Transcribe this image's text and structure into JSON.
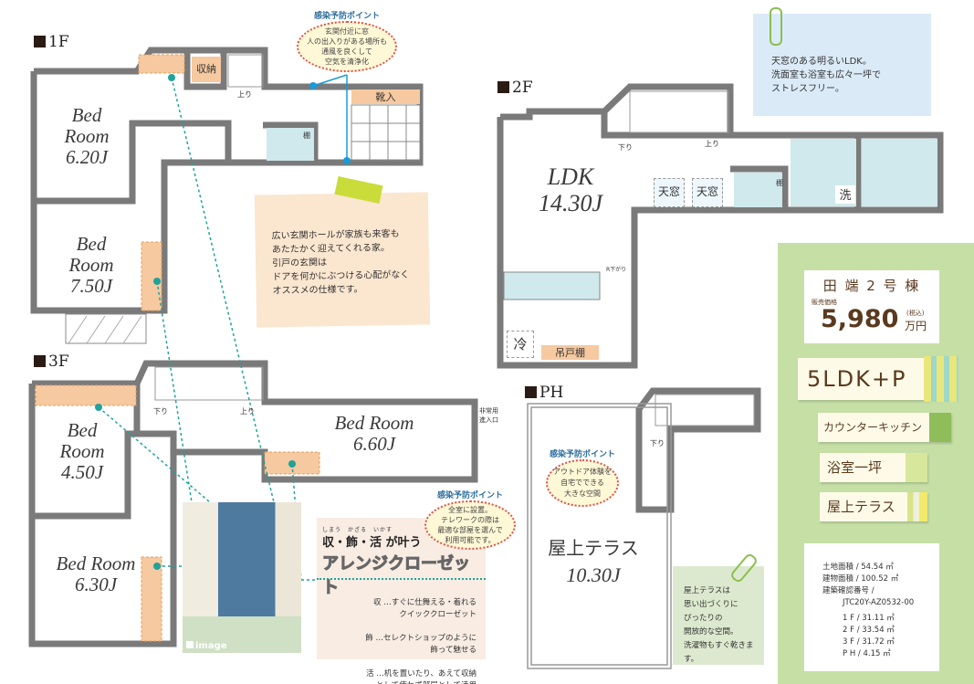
{
  "floors": {
    "f1": {
      "label": "1F",
      "rooms": [
        {
          "name": "Bed\nRoom",
          "size": "6.20J"
        },
        {
          "name": "Bed\nRoom",
          "size": "7.50J"
        }
      ],
      "storage": "収納",
      "shoe": "靴入",
      "shelf": "棚",
      "up": "上り"
    },
    "f2": {
      "label": "2F",
      "ldk": "LDK",
      "ldk_size": "14.30J",
      "skylight": "天窓",
      "down": "下り",
      "up": "上り",
      "fridge": "冷",
      "cabinet": "吊戸棚",
      "shelf": "棚",
      "wash": "洗",
      "counter": "R下がり"
    },
    "f3": {
      "label": "3F",
      "rooms": [
        {
          "name": "Bed\nRoom",
          "size": "4.50J"
        },
        {
          "name": "Bed Room",
          "size": "6.60J"
        },
        {
          "name": "Bed Room",
          "size": "6.30J"
        }
      ],
      "down": "下り",
      "up": "上り",
      "emergency": "非常用\n進入口"
    },
    "ph": {
      "label": "PH",
      "terrace": "屋上テラス",
      "size": "10.30J",
      "down": "下り"
    }
  },
  "bubbles": [
    {
      "title": "感染予防ポイント",
      "text": "玄関付近に窓\n人の出入りがある場所も\n通風を良くして\n空気を清浄化"
    },
    {
      "title": "感染予防ポイント",
      "text": "全室に設置。\nテレワークの際は\n最適な部屋を選んで\n利用可能です。"
    },
    {
      "title": "感染予防ポイント",
      "text": "アウトドア体験を\n自宅でできる\n大きな空間"
    }
  ],
  "notes": {
    "entrance": "広い玄関ホールが家族も来客も\nあたたかく迎えてくれる家。\n引戸の玄関は\nドアを何かにぶつける心配がなく\nオススメの仕様です。",
    "ldk": "天窓のある明るいLDK。\n洗面室も浴室も広々一坪で\nストレスフリー。",
    "terrace": "屋上テラスは\n思い出づくりに\nぴったりの\n開放的な空間。\n洗濯物もすぐ乾きます。"
  },
  "closet": {
    "ruby": "しまう　かざる　いかす",
    "heading": "収・飾・活 が叶う",
    "title": "アレンジクローゼット",
    "lines": [
      "収 …すぐに仕舞える・着れる\nクイッククローゼット",
      "飾 …セレクトショップのように\n飾って魅せる",
      "活 …机を置いたり、あえて収納\nとして使わず部屋として活用"
    ],
    "image_label": "image"
  },
  "sidebar": {
    "name": "田 端 2 号 棟",
    "price_label": "販売価格",
    "price": "5,980",
    "tax": "(税込)",
    "unit": "万円",
    "layout": "5LDK+P",
    "features": [
      "カウンターキッチン",
      "浴室一坪",
      "屋上テラス"
    ],
    "specs": [
      "土地面積 / 54.54 ㎡",
      "建物面積 / 100.52 ㎡",
      "建築確認番号 /",
      "JTC20Y-AZ0532-00"
    ],
    "floor_areas": [
      "1 F / 31.11 ㎡",
      "2 F / 33.54 ㎡",
      "3 F / 31.72 ㎡",
      "P H / 4.15 ㎡"
    ]
  },
  "colors": {
    "wall": "#7a7a7a",
    "storage": "#f6c9a0",
    "sidebar": "#c5dfa5",
    "water": "#cfe9ec",
    "dotline": "#1fa39a"
  }
}
